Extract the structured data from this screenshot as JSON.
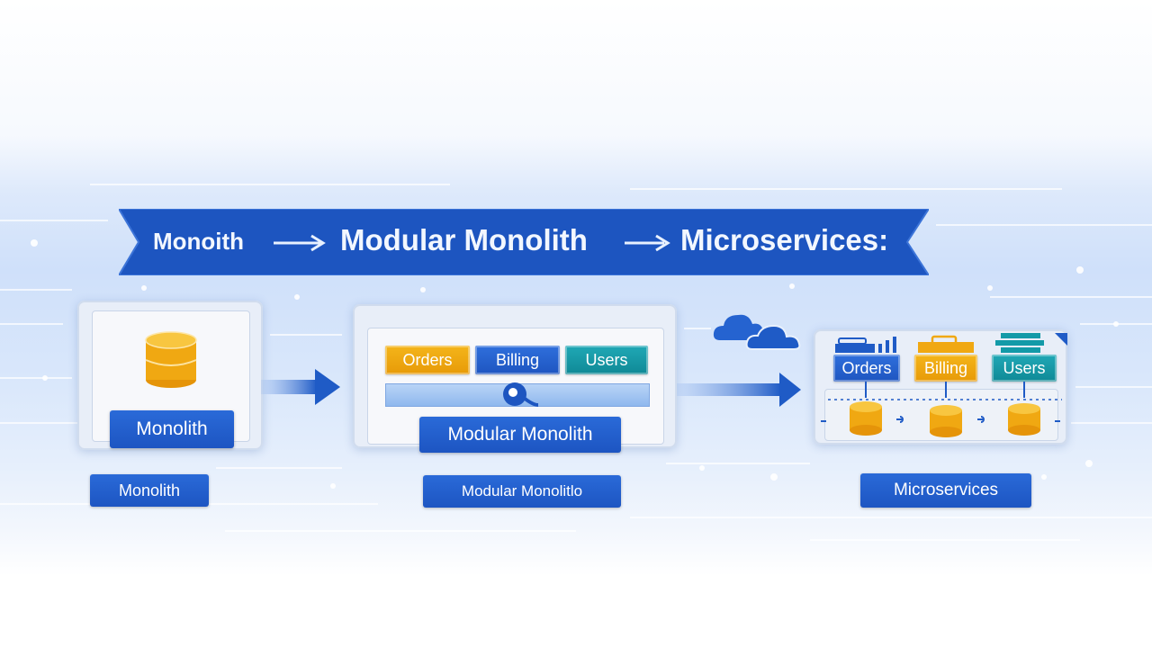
{
  "banner": {
    "step1": "Monoith",
    "step2": "Modular Monolith",
    "step3": "Microservices:"
  },
  "monolith": {
    "inner_label": "Monolith",
    "caption": "Monolith"
  },
  "modular": {
    "modules": [
      "Orders",
      "Billing",
      "Users"
    ],
    "inner_label": "Modular Monolith",
    "caption": "Modular Monolitlo"
  },
  "microservices": {
    "services": [
      "Orders",
      "Billing",
      "Users"
    ],
    "caption": "Microservices"
  },
  "colors": {
    "primary_blue": "#1f5bc6",
    "orange": "#f0a812",
    "teal": "#139aa8",
    "banner": "#1d55c0"
  },
  "icons": [
    "database-icon",
    "cloud-icon",
    "arrow-right-icon"
  ]
}
